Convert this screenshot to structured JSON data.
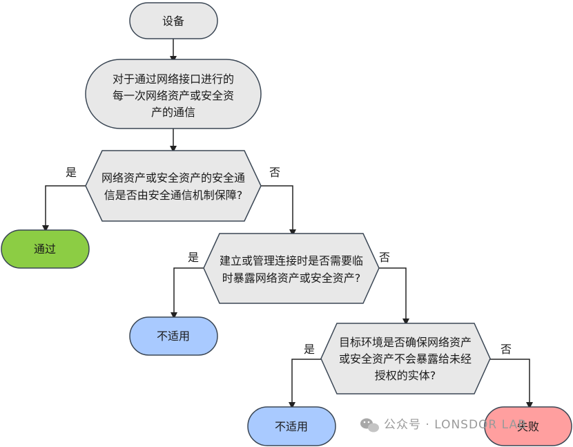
{
  "flowchart": {
    "start": {
      "label": "设备"
    },
    "process": {
      "lines": [
        "对于通过网络接口进行的",
        "每一次网络资产或安全资",
        "产的通信"
      ]
    },
    "decision1": {
      "lines": [
        "网络资产或安全资产的安全通",
        "信是否由安全通信机制保障?"
      ]
    },
    "decision2": {
      "lines": [
        "建立或管理连接时是否需要临",
        "时暴露网络资产或安全资产?"
      ]
    },
    "decision3": {
      "lines": [
        "目标环境是否确保网络资产",
        "或安全资产不会暴露给未经",
        "授权的实体?"
      ]
    },
    "pass": {
      "label": "通过"
    },
    "na1": {
      "label": "不适用"
    },
    "na2": {
      "label": "不适用"
    },
    "fail": {
      "label": "失败"
    },
    "yes_label": "是",
    "no_label": "否"
  },
  "watermark": {
    "text": "公众号 · LONSDOR LAB",
    "icon": "wechat-icon"
  },
  "colors": {
    "node_fill": "#e8e8e8",
    "node_stroke": "#3a4654",
    "pass_fill": "#8ccd44",
    "na_fill": "#a9caff",
    "fail_fill": "#ff9f9f"
  }
}
